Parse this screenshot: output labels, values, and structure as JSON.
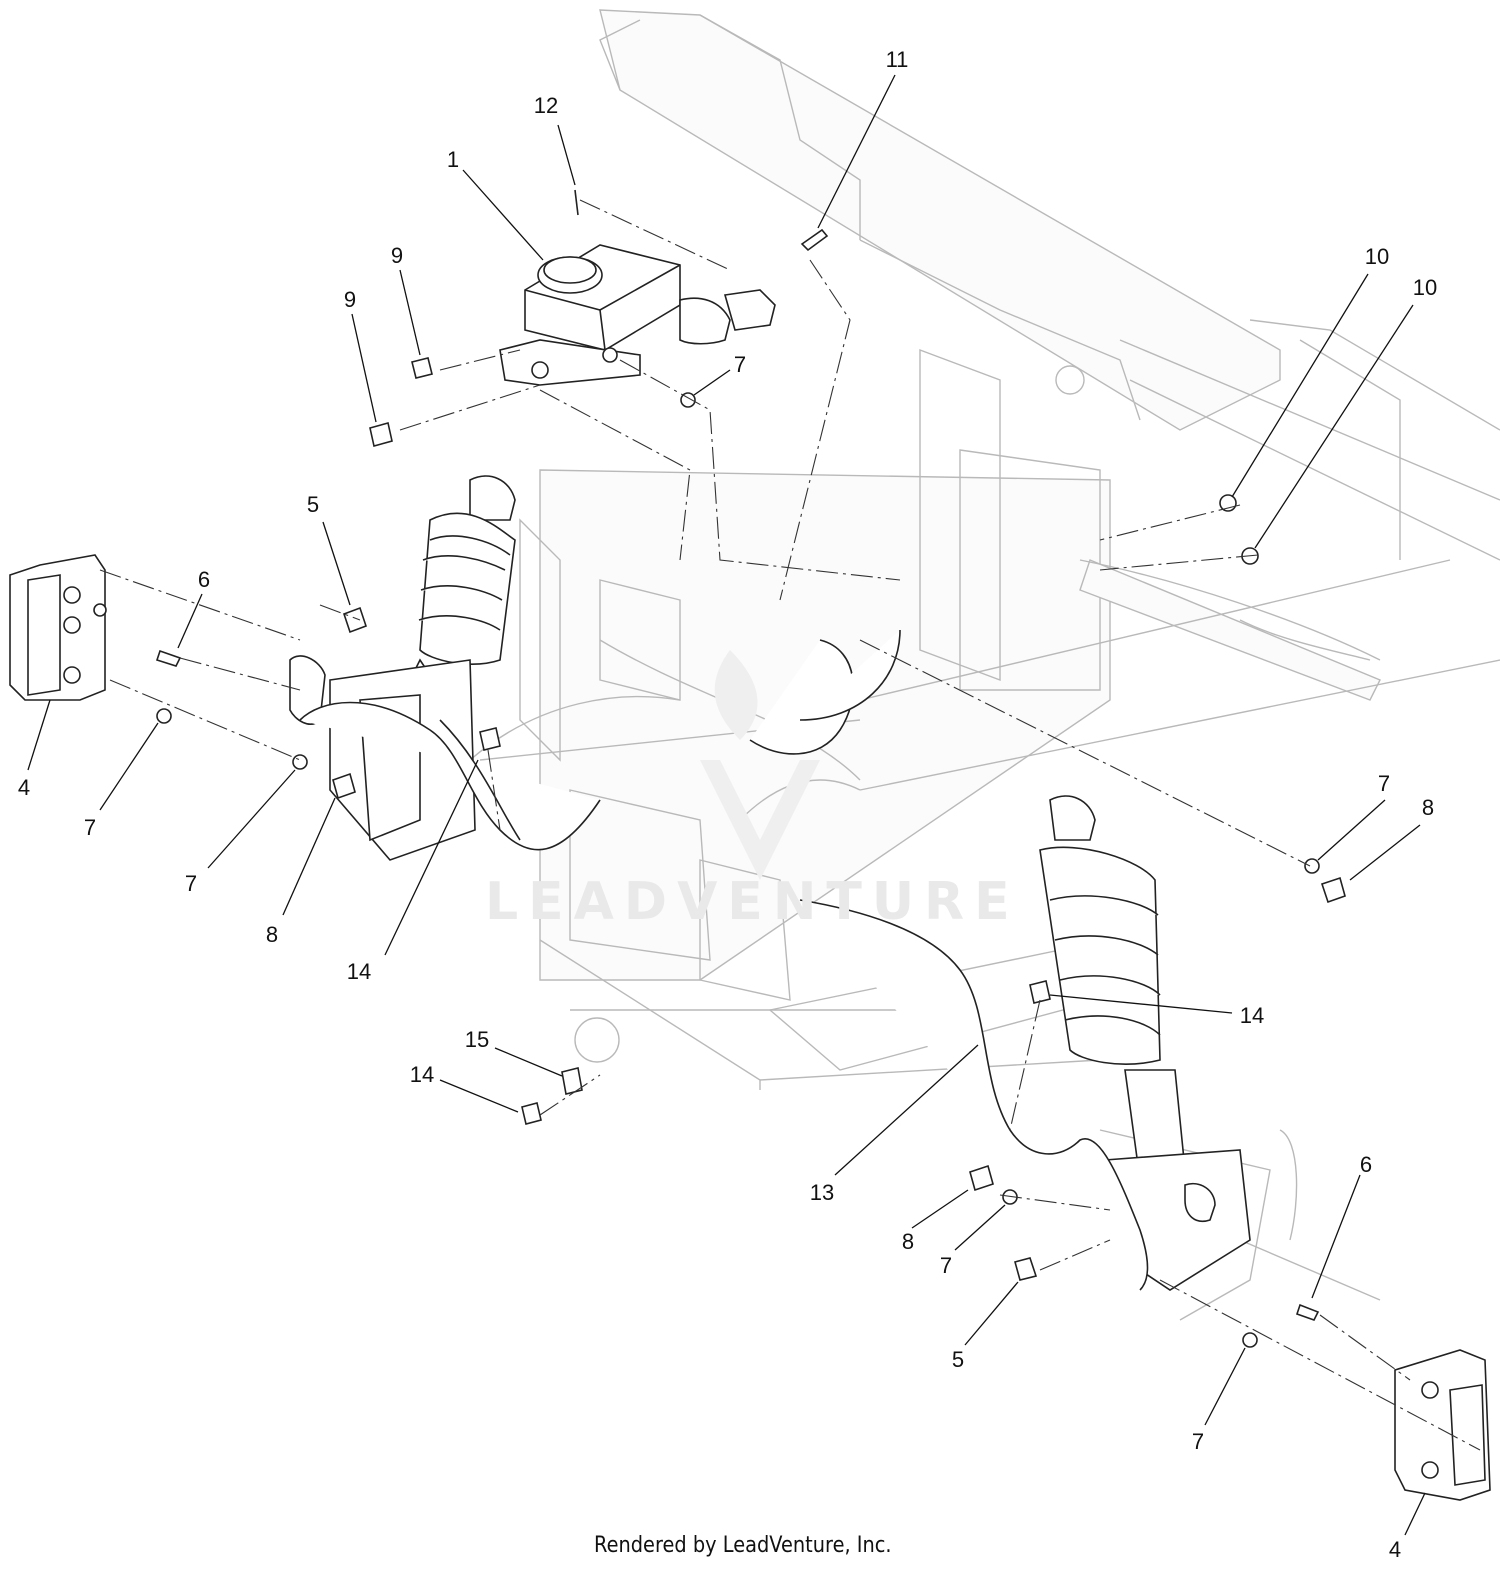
{
  "callouts": [
    {
      "id": "c1",
      "text": "1"
    },
    {
      "id": "c12",
      "text": "12"
    },
    {
      "id": "c11",
      "text": "11"
    },
    {
      "id": "c9a",
      "text": "9"
    },
    {
      "id": "c9b",
      "text": "9"
    },
    {
      "id": "c7a",
      "text": "7"
    },
    {
      "id": "c10a",
      "text": "10"
    },
    {
      "id": "c10b",
      "text": "10"
    },
    {
      "id": "c5a",
      "text": "5"
    },
    {
      "id": "c6a",
      "text": "6"
    },
    {
      "id": "c4a",
      "text": "4"
    },
    {
      "id": "c7b",
      "text": "7"
    },
    {
      "id": "c7c",
      "text": "7"
    },
    {
      "id": "c8a",
      "text": "8"
    },
    {
      "id": "c14a",
      "text": "14"
    },
    {
      "id": "c7d",
      "text": "7"
    },
    {
      "id": "c8b",
      "text": "8"
    },
    {
      "id": "c14b",
      "text": "14"
    },
    {
      "id": "c15",
      "text": "15"
    },
    {
      "id": "c14c",
      "text": "14"
    },
    {
      "id": "c13",
      "text": "13"
    },
    {
      "id": "c8c",
      "text": "8"
    },
    {
      "id": "c7e",
      "text": "7"
    },
    {
      "id": "c6b",
      "text": "6"
    },
    {
      "id": "c5b",
      "text": "5"
    },
    {
      "id": "c7f",
      "text": "7"
    },
    {
      "id": "c4b",
      "text": "4"
    }
  ],
  "watermark": "LEADVENTURE",
  "footer": "Rendered by LeadVenture, Inc."
}
